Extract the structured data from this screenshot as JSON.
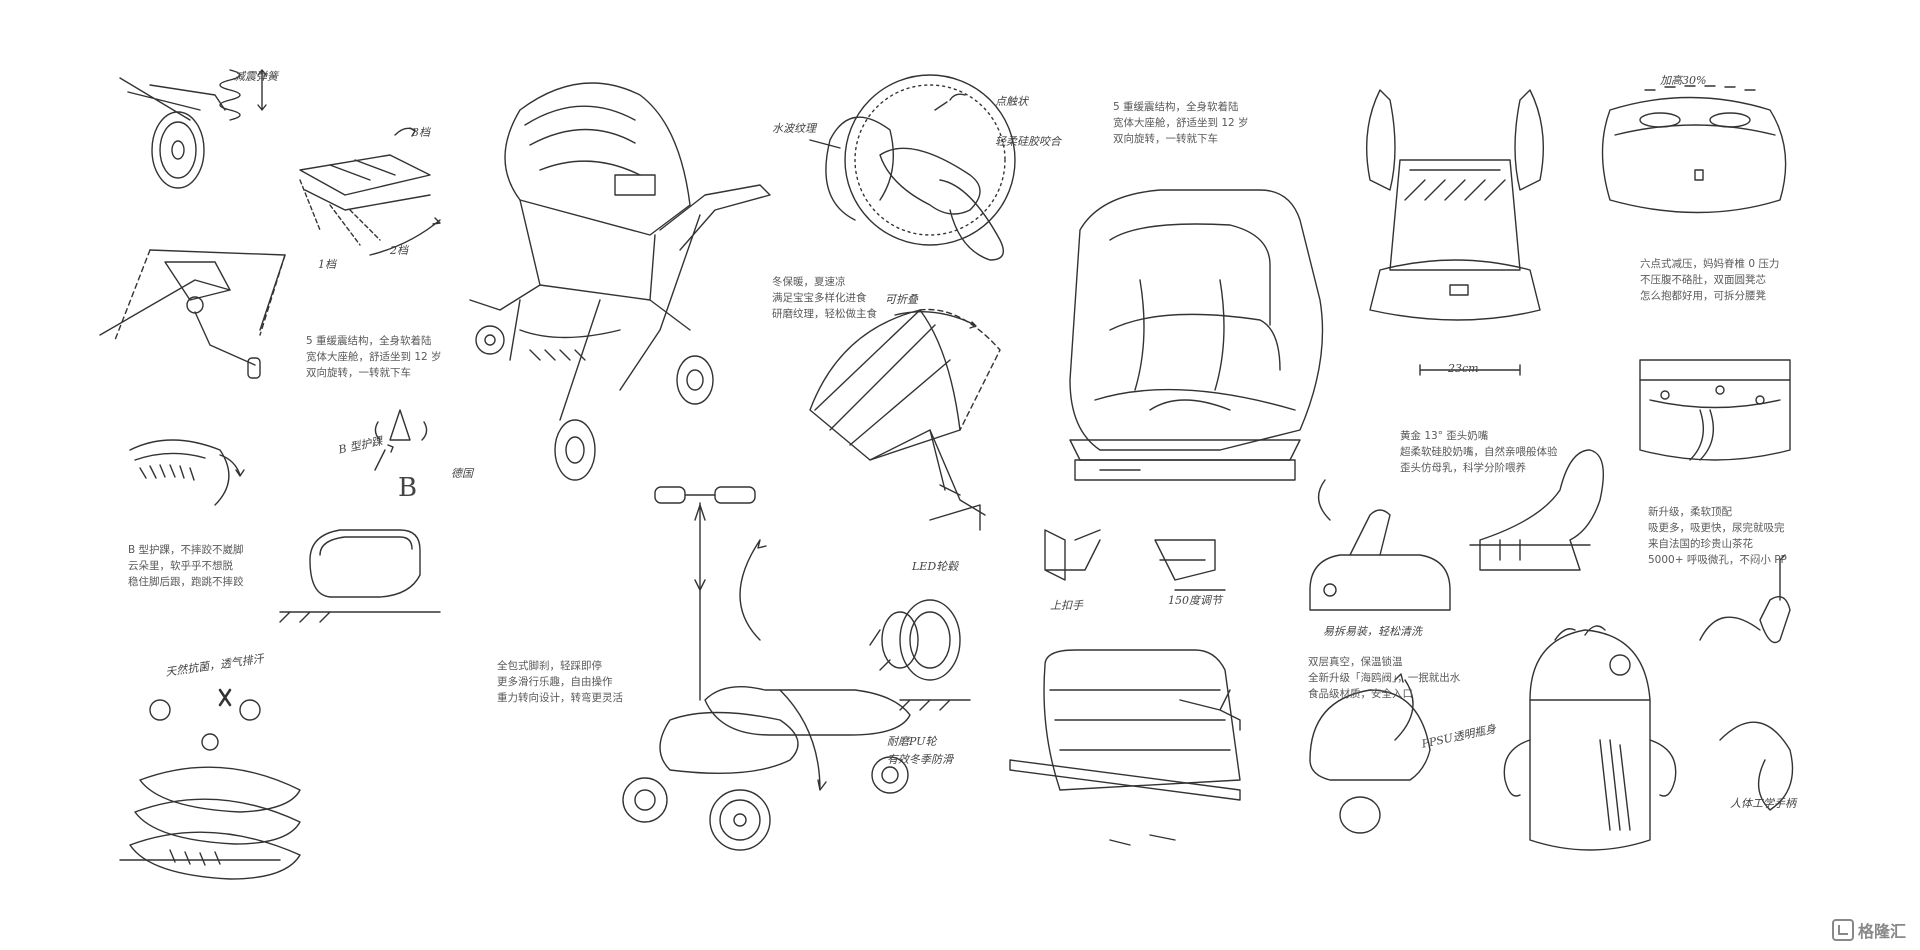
{
  "notes": {
    "stroller_features": [
      "5 重缓震结构，全身软着陆",
      "宽体大座舱，舒适坐到 12 岁",
      "双向旋转，一转就下车"
    ],
    "carseat_features": [
      "5 重缓震结构，全身软着陆",
      "宽体大座舱，舒适坐到 12 岁",
      "双向旋转，一转就下车"
    ],
    "shoe_guard": [
      "B 型护踝，不摔跤不崴脚",
      "云朵里，软乎乎不想脱",
      "稳住脚后跟，跑跳不摔跤"
    ],
    "scooter_features": [
      "全包式脚刹，轻踩即停",
      "更多滑行乐趣，自由操作",
      "重力转向设计，转弯更灵活"
    ],
    "canopy_features": [
      "冬保暖，夏速凉",
      "满足宝宝多样化进食",
      "研磨纹理，轻松做主食"
    ],
    "bottle_nipple": [
      "黄金 13° 歪头奶嘴",
      "超柔软硅胶奶嘴，自然亲喂般体验",
      "歪头仿母乳，科学分阶喂养"
    ],
    "carrier_features": [
      "六点式减压，妈妈脊椎 0 压力",
      "不压腹不硌肚，双面圆凳芯",
      "怎么抱都好用，可拆分腰凳"
    ],
    "diaper_features": [
      "新升级，柔软顶配",
      "吸更多，吸更快，尿完就吸完",
      "来自法国的珍贵山茶花",
      "5000+ 呼吸微孔，不闷小 PP"
    ],
    "cup_features": [
      "双层真空，保温锁温",
      "全新升级「海鸥阀」，一抿就出水",
      "食品级材质，安全入口"
    ]
  },
  "labels": {
    "b_guard": "B 型护踝",
    "led_wheel": "LED轮毂",
    "wear_wheel": "耐磨PU轮",
    "wear_wheel2": "有效冬季防滑",
    "natural_cotton": "天然抗菌，透气排汗",
    "ppsu": "PPSU透明瓶身",
    "water_texture": "水波纹理",
    "dot_texture": "点触状",
    "soft_silicone": "轻柔硅胶咬合",
    "adjust": "可折叠",
    "carrier_width": "23cm",
    "zoom_up": "加高30%",
    "seat_dim": "上扣手",
    "seat_dim2": "150度调节",
    "cup_label": "易拆易装，轻松清洗",
    "strap_label": "人体工学手柄",
    "german": "德国",
    "spring": "减震弹簧",
    "small_label": "3档",
    "small_label2": "1档",
    "small_label3": "2档"
  },
  "watermark": "格隆汇",
  "colors": {
    "line": "#333333",
    "text": "#5a5a5a",
    "hatch": "#777777"
  }
}
